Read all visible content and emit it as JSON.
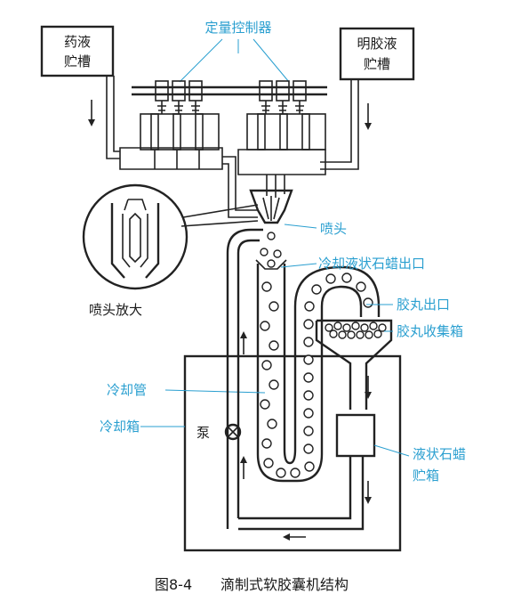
{
  "labels": {
    "medicine_tank": [
      "药液",
      "贮槽"
    ],
    "gelatin_tank": [
      "明胶液",
      "贮槽"
    ],
    "dosing_controller": "定量控制器",
    "nozzle": "喷头",
    "nozzle_magnified": "喷头放大",
    "cooling_paraffin_outlet": "冷却液状石蜡出口",
    "capsule_outlet": "胶丸出口",
    "capsule_collection_box": "胶丸收集箱",
    "cooling_pipe": "冷却管",
    "cooling_box": "冷却箱",
    "pump": "泵",
    "paraffin_storage_box": [
      "液状石蜡",
      "贮箱"
    ]
  },
  "caption": {
    "number": "图8-4",
    "title": "滴制式软胶囊机结构"
  },
  "colors": {
    "label_blue": "#2a9fd0",
    "line": "#222222",
    "insulation": "#d8d8d8"
  }
}
